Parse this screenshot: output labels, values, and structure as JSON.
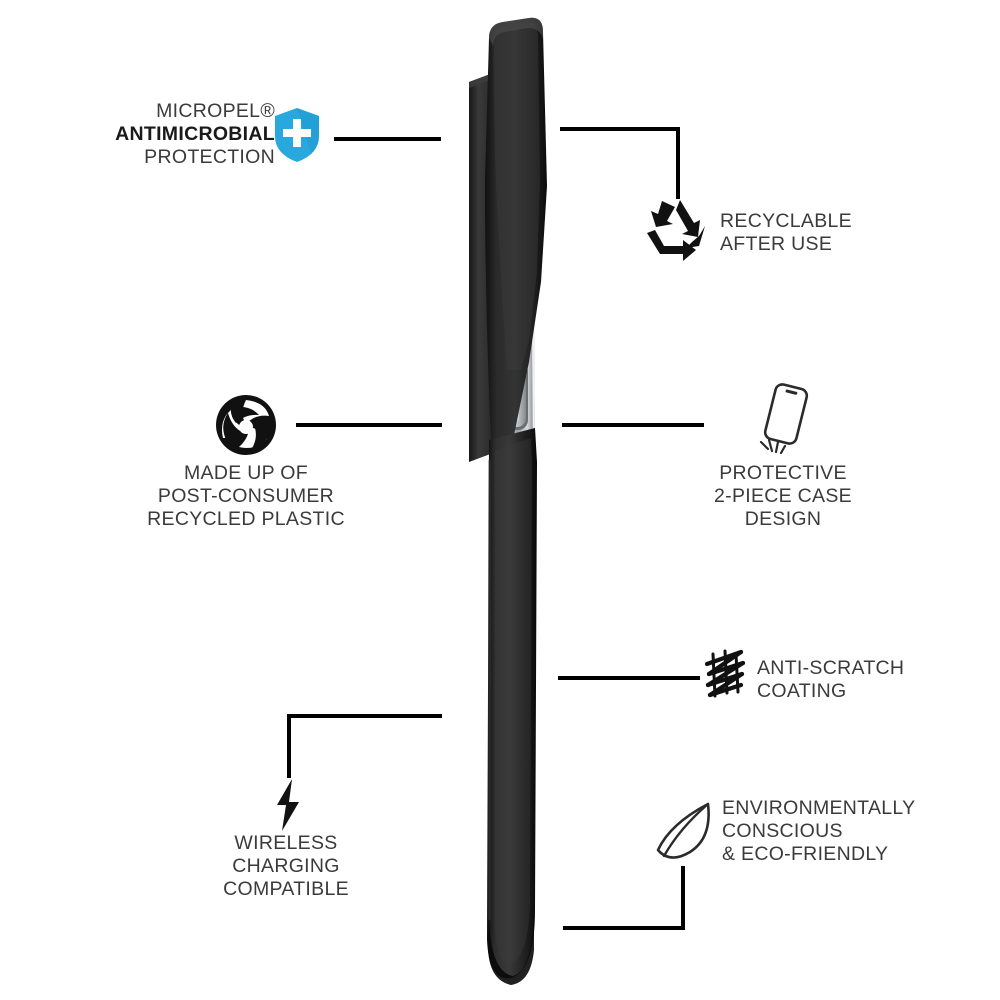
{
  "product": {
    "name": "phone-case-side-profile",
    "case_color": "#1c1c1c",
    "frame_color": "#b9bbbd",
    "description": "Black two-piece phone case shown from the side with metallic button rail"
  },
  "palette": {
    "line": "#000000",
    "text": "#3b3b3b",
    "text_bold": "#1a1a1a",
    "shield_blue": "#29a8de",
    "icon_black": "#111111",
    "leaf_outline": "#2b2b2b"
  },
  "features": [
    {
      "id": "antimicrobial",
      "icon": "shield-plus-icon",
      "align": "right",
      "lines": [
        {
          "text": "MICROPEL®",
          "bold": false
        },
        {
          "text": "ANTIMICROBIAL",
          "bold": true
        },
        {
          "text": "PROTECTION",
          "bold": false
        }
      ]
    },
    {
      "id": "recyclable",
      "icon": "recycle-triangle-icon",
      "align": "left",
      "lines": [
        {
          "text": "RECYCLABLE",
          "bold": false
        },
        {
          "text": "AFTER USE",
          "bold": false
        }
      ]
    },
    {
      "id": "post-consumer-plastic",
      "icon": "recycled-leaves-circle-icon",
      "align": "center",
      "lines": [
        {
          "text": "MADE UP OF",
          "bold": false
        },
        {
          "text": "POST-CONSUMER",
          "bold": false
        },
        {
          "text": "RECYCLED PLASTIC",
          "bold": false
        }
      ]
    },
    {
      "id": "protective-case",
      "icon": "phone-impact-icon",
      "align": "center",
      "lines": [
        {
          "text": "PROTECTIVE",
          "bold": false
        },
        {
          "text": "2-PIECE CASE",
          "bold": false
        },
        {
          "text": "DESIGN",
          "bold": false
        }
      ]
    },
    {
      "id": "anti-scratch",
      "icon": "scratch-scribble-icon",
      "align": "left",
      "lines": [
        {
          "text": "ANTI-SCRATCH",
          "bold": false
        },
        {
          "text": "COATING",
          "bold": false
        }
      ]
    },
    {
      "id": "wireless-charging",
      "icon": "lightning-bolt-icon",
      "align": "center",
      "lines": [
        {
          "text": "WIRELESS",
          "bold": false
        },
        {
          "text": "CHARGING",
          "bold": false
        },
        {
          "text": "COMPATIBLE",
          "bold": false
        }
      ]
    },
    {
      "id": "eco-friendly",
      "icon": "leaf-icon",
      "align": "left",
      "lines": [
        {
          "text": "ENVIRONMENTALLY",
          "bold": false
        },
        {
          "text": "CONSCIOUS",
          "bold": false
        },
        {
          "text": "& ECO-FRIENDLY",
          "bold": false
        }
      ]
    }
  ]
}
